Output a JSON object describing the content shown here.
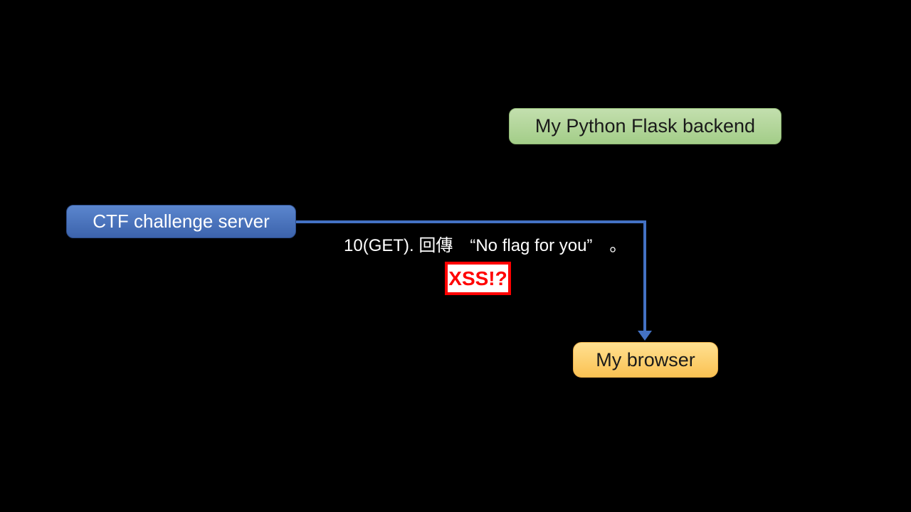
{
  "nodes": {
    "flask_backend": {
      "label": "My Python Flask backend"
    },
    "ctf_server": {
      "label": "CTF challenge server"
    },
    "my_browser": {
      "label": "My browser"
    },
    "xss_badge": {
      "label": "XSS!?"
    }
  },
  "annotations": {
    "flow_label": "10(GET). 回傳　“No flag for you”　。"
  },
  "colors": {
    "background": "#000000",
    "connector": "#4472c4",
    "green-fill-top": "#c3dfae",
    "green-fill-bottom": "#a3cd88",
    "green-border": "#8fb873",
    "blue-fill-top": "#5b86ce",
    "blue-fill-bottom": "#3c63ac",
    "blue-border": "#2d4d8a",
    "yellow-fill-top": "#ffe091",
    "yellow-fill-bottom": "#fac253",
    "yellow-border": "#eeb24b",
    "xss-red": "#ff0000",
    "xss-fill": "#ffffff",
    "text-dark": "#1a1a1a",
    "text-light": "#ffffff"
  }
}
